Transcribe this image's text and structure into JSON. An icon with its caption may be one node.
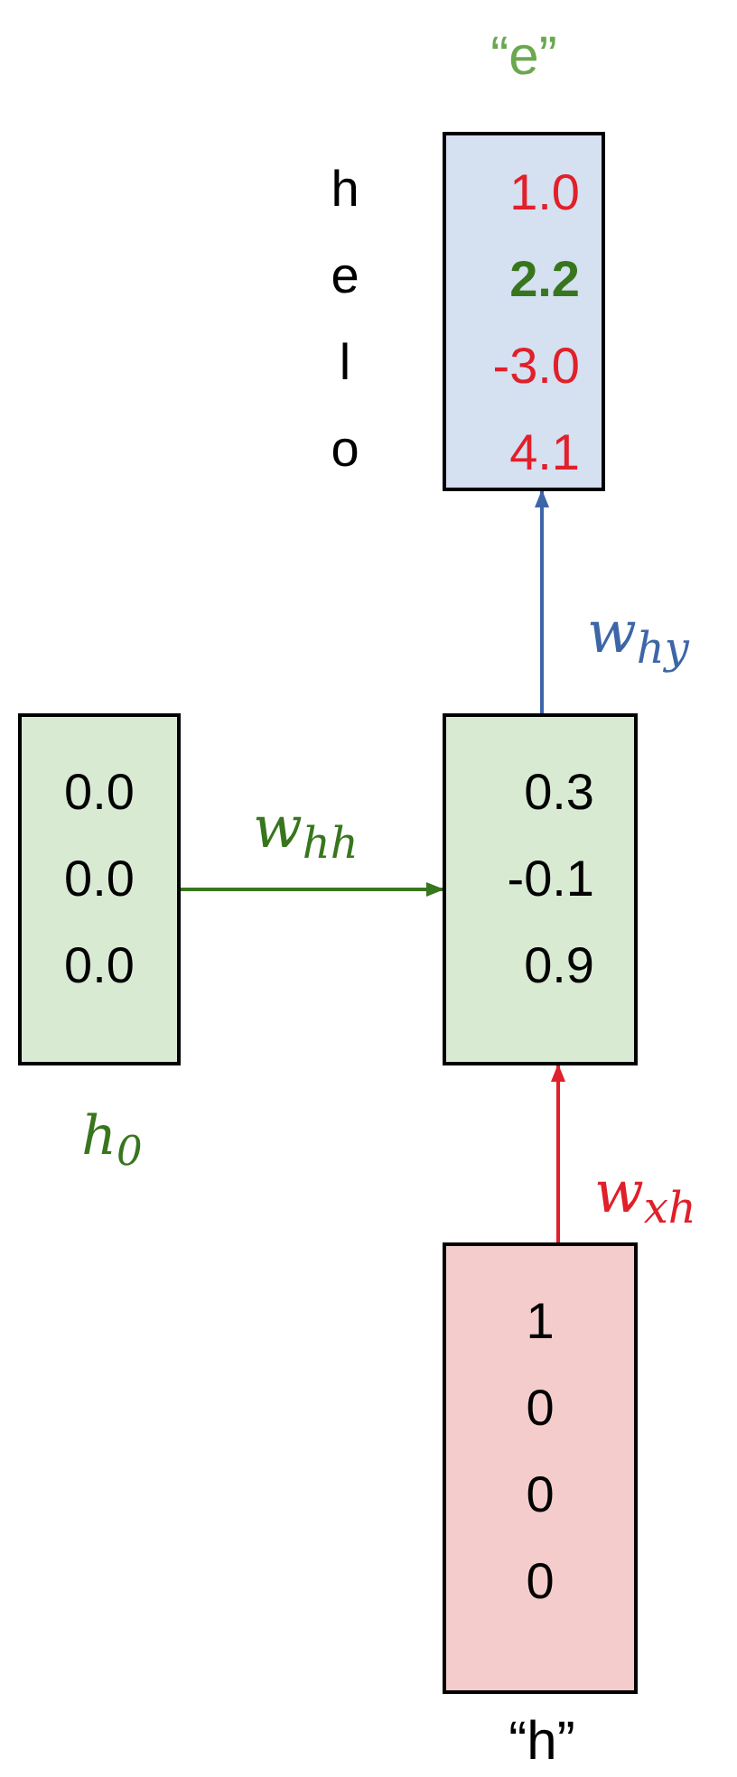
{
  "diagram": {
    "nodes": [
      {
        "text": [
          "1.0",
          "2.2",
          "-3.0",
          "4.1"
        ],
        "beside": [
          "“e”"
        ]
      },
      {
        "text": [
          "0.0",
          "0.0",
          "0.0"
        ],
        "beside": [
          "h$_{0}$"
        ]
      },
      {
        "text": [
          "0.3",
          "-0.1",
          "0.9"
        ]
      },
      {
        "text": [
          "1",
          "0",
          "0",
          "0"
        ],
        "beside": [
          "“h”"
        ]
      }
    ],
    "edges": [
      {
        "from": 1,
        "to": 2,
        "arrow": "to",
        "label": "w$_{hh}$",
        "color": "#38761d"
      },
      {
        "from": 3,
        "to": 2,
        "arrow": "to",
        "label": "w$_{xh}$",
        "color": "#e0202a"
      },
      {
        "from": 2,
        "to": 0,
        "arrow": "to",
        "label": "w$_{hy}$",
        "color": "#3d66a8"
      }
    ],
    "labels": [
      "h",
      "e",
      "l",
      "o"
    ]
  }
}
